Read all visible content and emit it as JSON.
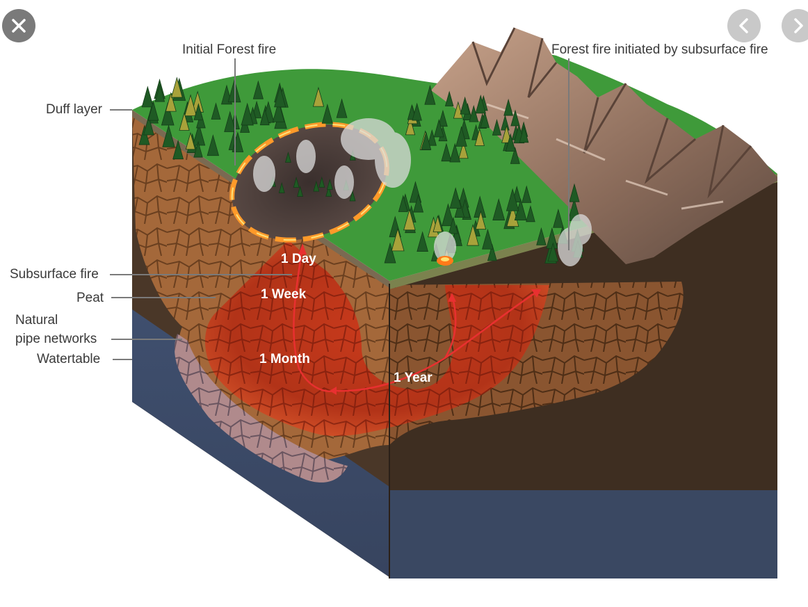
{
  "viewer": {
    "close_icon": "close-icon",
    "prev_icon": "chevron-left-icon",
    "next_icon": "chevron-right-icon"
  },
  "diagram": {
    "labels": {
      "initial_fire": "Initial Forest fire",
      "subsurface_initiated": "Forest fire initiated by subsurface fire",
      "duff_layer": "Duff layer",
      "subsurface_fire": "Subsurface fire",
      "peat": "Peat",
      "pipe_networks_line1": "Natural",
      "pipe_networks_line2": "pipe networks",
      "watertable": "Watertable"
    },
    "timeline": [
      "1 Day",
      "1 Week",
      "1 Month",
      "1 Year"
    ],
    "colors": {
      "grass": "#3f9a3a",
      "peat": "#a4683a",
      "fire_zone": "#b83a1f",
      "water": "#3e4c66",
      "arrow": "#e83030"
    }
  }
}
